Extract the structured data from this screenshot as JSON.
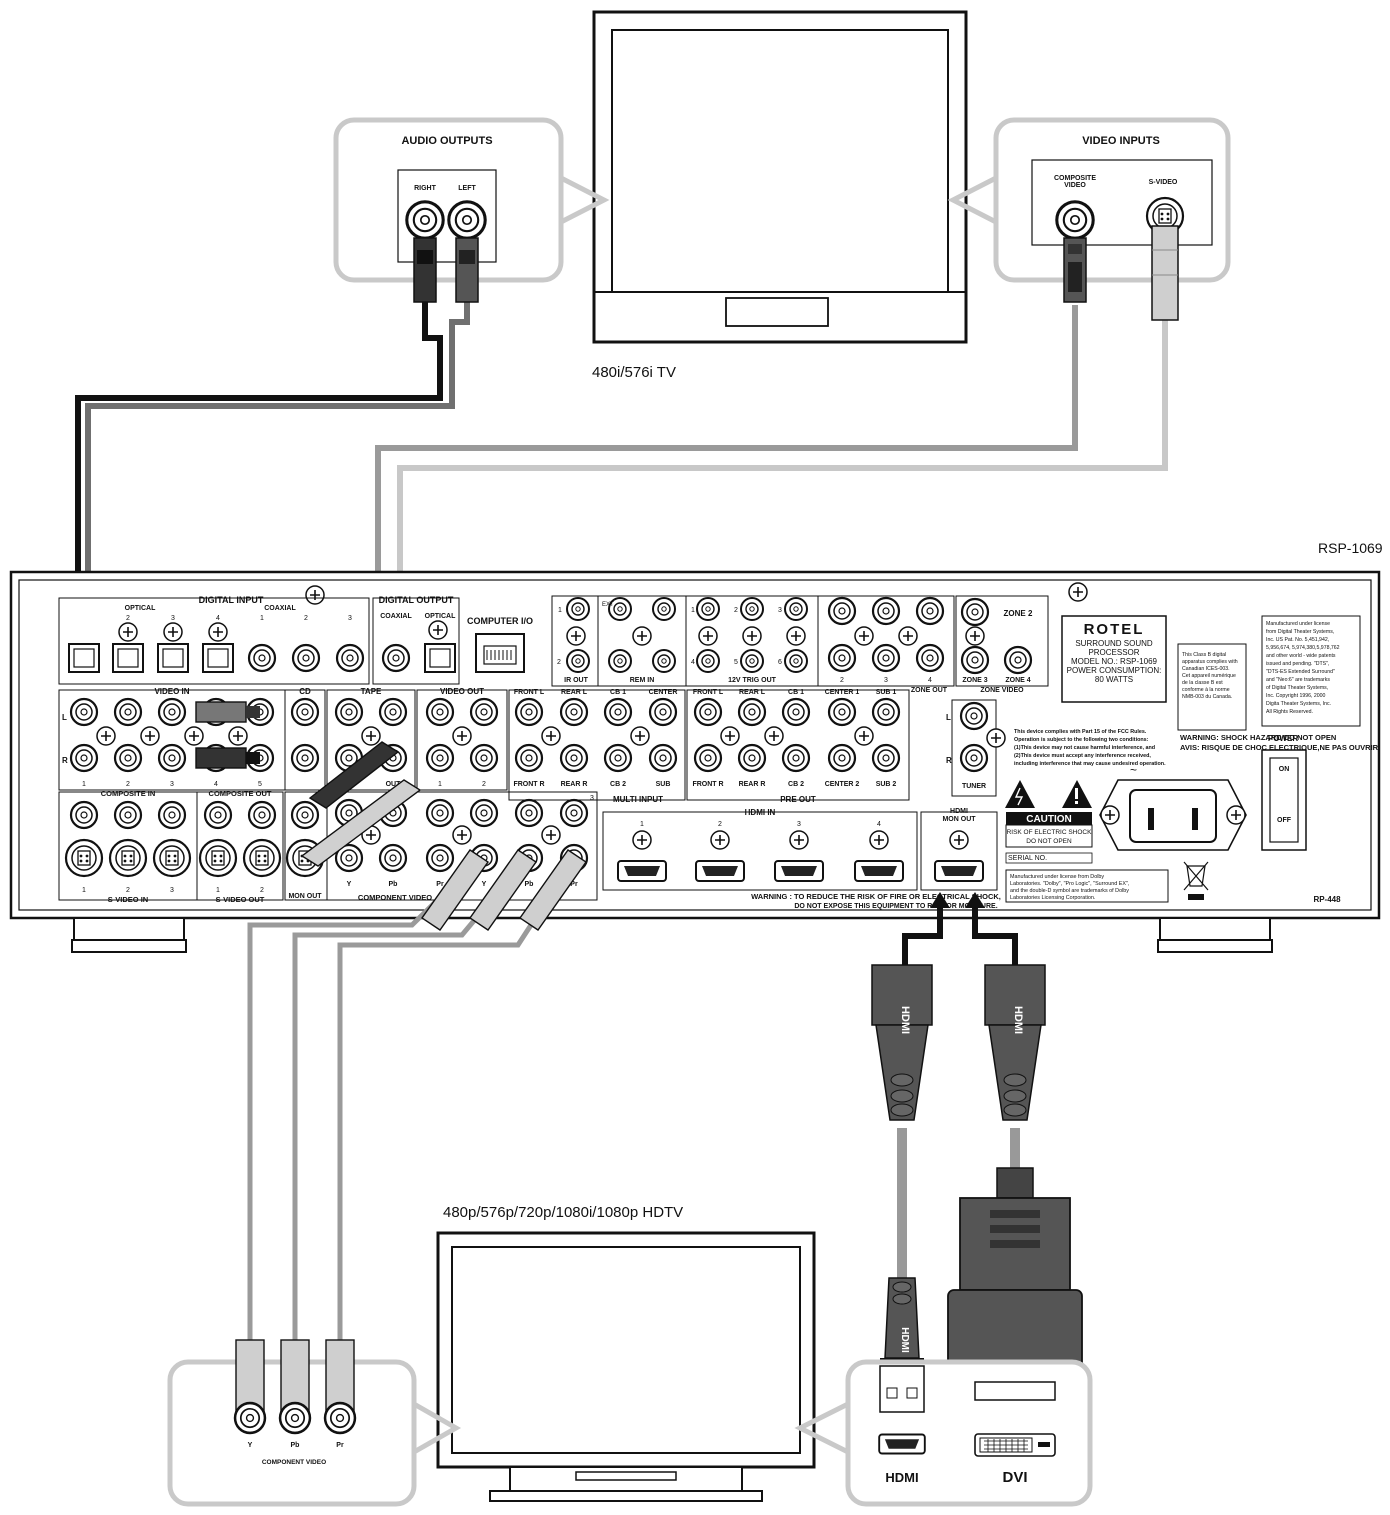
{
  "captions": {
    "tv_analog": "480i/576i TV",
    "tv_hd": "480p/576p/720p/1080i/1080p HDTV",
    "model_tag": "RSP-1069"
  },
  "tv_audio_panel": {
    "title": "AUDIO OUTPUTS",
    "right": "RIGHT",
    "left": "LEFT"
  },
  "tv_video_panel": {
    "title": "VIDEO INPUTS",
    "composite_line1": "COMPOSITE",
    "composite_line2": "VIDEO",
    "svideo": "S-VIDEO"
  },
  "hdtv_component_panel": {
    "y": "Y",
    "pb": "Pb",
    "pr": "Pr",
    "title": "COMPONENT VIDEO"
  },
  "hdtv_digital_panel": {
    "hdmi": "HDMI",
    "dvi": "DVI"
  },
  "receiver": {
    "digital_input": "DIGITAL INPUT",
    "optical": "OPTICAL",
    "coaxial": "COAXIAL",
    "digital_output": "DIGITAL OUTPUT",
    "computer_io": "COMPUTER I/O",
    "video_in": "VIDEO IN",
    "video_out": "VIDEO OUT",
    "cd": "CD",
    "tape": "TAPE",
    "composite_in": "COMPOSITE IN",
    "composite_out": "COMPOSITE OUT",
    "svideo_in": "S-VIDEO IN",
    "svideo_out": "S-VIDEO OUT",
    "mon_out": "MON OUT",
    "component_video": "COMPONENT VIDEO",
    "multi_input": "MULTI INPUT",
    "pre_out": "PRE OUT",
    "ir_out": "IR OUT",
    "rem_in": "REM IN",
    "trig_out": "12V TRIG OUT",
    "zone_out": "ZONE OUT",
    "zone_video": "ZONE VIDEO",
    "zone2": "ZONE 2",
    "zone3": "ZONE 3",
    "zone4": "ZONE 4",
    "tuner": "TUNER",
    "hdmi_in": "HDMI IN",
    "hdmi_mon_out_1": "HDMI",
    "hdmi_mon_out_2": "MON OUT",
    "brand": "ROTEL",
    "product_1": "SURROUND SOUND",
    "product_2": "PROCESSOR",
    "model_no": "MODEL NO.: RSP-1069",
    "power_consumption_1": "POWER CONSUMPTION:",
    "power_consumption_2": "80 WATTS",
    "power": "POWER",
    "on": "ON",
    "off": "OFF",
    "caution": "CAUTION",
    "caution_line1": "RISK OF ELECTRIC SHOCK",
    "caution_line2": "DO NOT OPEN",
    "serial_no": "SERIAL NO.",
    "warning_shock": "WARNING: SHOCK HAZARD DO NOT OPEN",
    "avis": "AVIS: RISQUE DE CHOC ELECTRIQUE,NE PAS OUVRIR",
    "warning_fire_1": "WARNING : TO REDUCE THE RISK OF FIRE OR ELECTRICAL SHOCK,",
    "warning_fire_2": "DO NOT EXPOSE THIS EQUIPMENT TO RAIN OR MOISTURE.",
    "rp": "RP-448",
    "fcc_1": "This device complies with Part 15 of the FCC Rules.",
    "fcc_2": "Operation is subject to the following two conditions:",
    "fcc_3": "(1)This device may not cause harmful interference, and",
    "fcc_4": "(2)This device must accept any interference received,",
    "fcc_5": "including interference that may cause undesired operation.",
    "classb_1": "This Class B digital",
    "classb_2": "apparatus complies with",
    "classb_3": "Canadian ICES-003.",
    "classb_4": "Cet appareil numérique",
    "classb_5": "de la classe B est",
    "classb_6": "conforme à la norme",
    "classb_7": "NMB-003 du Canada.",
    "dts_1": "Manufactured under license",
    "dts_2": "from Digital Theater Systems,",
    "dts_3": "Inc. US Pat. No. 5,451,942,",
    "dts_4": "5,956,674, 5,974,380,5,978,762",
    "dts_5": "and other world - wide patents",
    "dts_6": "issued and pending. \"DTS\",",
    "dts_7": "\"DTS-ES Extended Surround\"",
    "dts_8": "and \"Neo:6\" are trademarks",
    "dts_9": "of Digital Theater Systems,",
    "dts_10": "Inc. Copyright 1996, 2000",
    "dts_11": "Digita Theater Systems, Inc.",
    "dts_12": "All Rights Reserved.",
    "dolby_1": "Manufactured under license from Dolby",
    "dolby_2": "Laboratories. \"Dolby\", \"Pro Logic\", \"Surround EX\",",
    "dolby_3": "and the double-D symbol are trademarks of Dolby",
    "dolby_4": "Laboratories Licensing Corporation.",
    "l": "L",
    "r": "R",
    "front_l": "FRONT L",
    "rear_l": "REAR L",
    "front_r": "FRONT R",
    "rear_r": "REAR R",
    "cb1": "CB 1",
    "cb2": "CB 2",
    "center": "CENTER",
    "sub": "SUB",
    "center1": "CENTER 1",
    "center2": "CENTER 2",
    "sub1": "SUB 1",
    "sub2": "SUB 2",
    "y": "Y",
    "pb": "Pb",
    "pr": "Pr",
    "out": "OUT",
    "ext": "EXT",
    "n1": "1",
    "n2": "2",
    "n3": "3",
    "n4": "4",
    "n5": "5",
    "n6": "6"
  },
  "cable_labels": {
    "hdmi": "HDMI"
  }
}
